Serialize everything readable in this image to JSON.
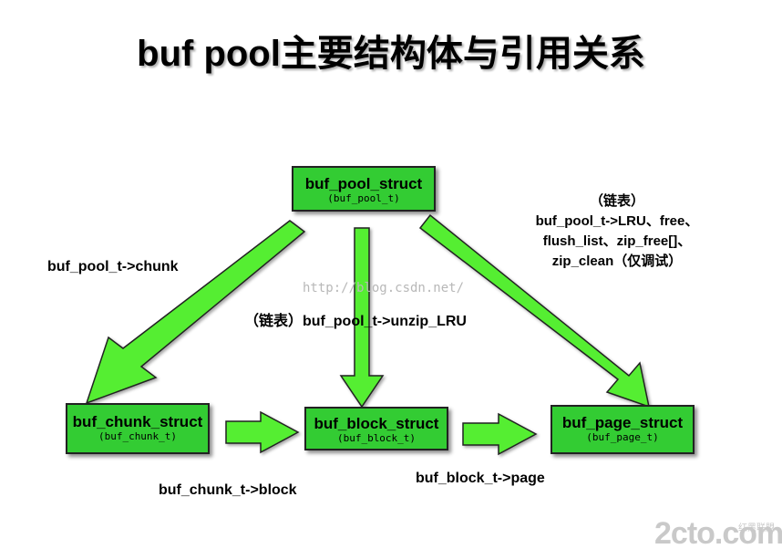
{
  "title": "buf pool主要结构体与引用关系",
  "colors": {
    "box_fill": "#33cc33",
    "arrow_fill": "#55ee33",
    "outline": "#222222"
  },
  "boxes": {
    "pool": {
      "name": "buf_pool_struct",
      "type": "(buf_pool_t)"
    },
    "chunk": {
      "name": "buf_chunk_struct",
      "type": "(buf_chunk_t)"
    },
    "block": {
      "name": "buf_block_struct",
      "type": "(buf_block_t)"
    },
    "page": {
      "name": "buf_page_struct",
      "type": "(buf_page_t)"
    }
  },
  "labels": {
    "pool_chunk": "buf_pool_t->chunk",
    "pool_unzip": "（链表）buf_pool_t->unzip_LRU",
    "pool_page_lines": [
      "（链表）",
      "buf_pool_t->LRU、free、",
      "flush_list、zip_free[]、",
      "zip_clean（仅调试）"
    ],
    "chunk_block": "buf_chunk_t->block",
    "block_page": "buf_block_t->page"
  },
  "watermark": "http://blog.csdn.net/",
  "logo": {
    "brand": "2cto.com",
    "sub": "红黑联盟"
  }
}
